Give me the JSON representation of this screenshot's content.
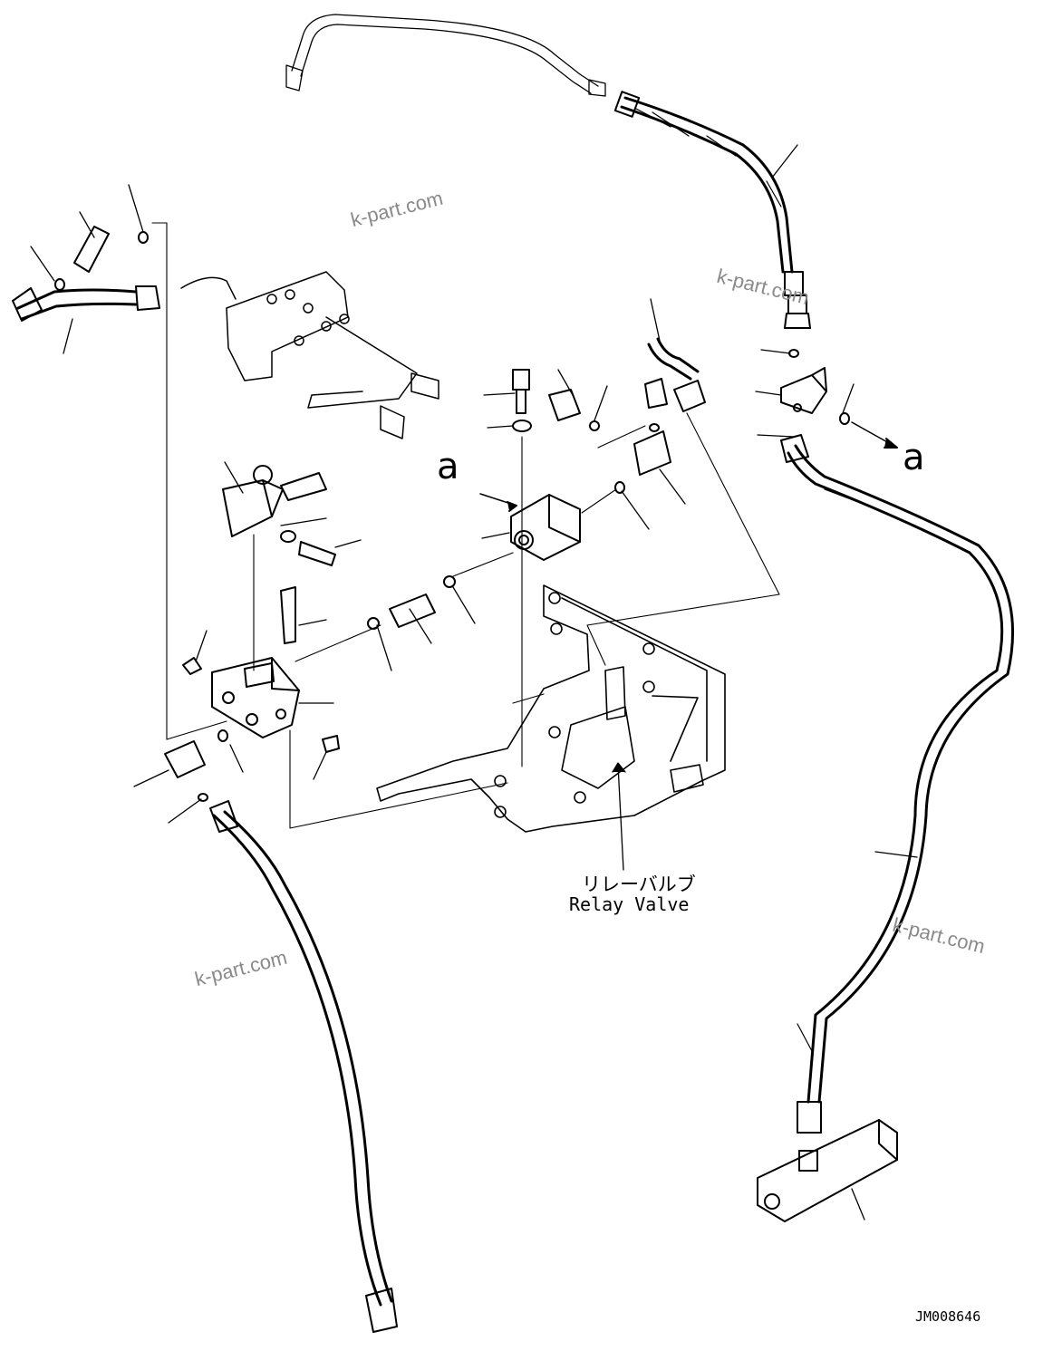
{
  "diagram": {
    "relay_label_jp": "リレーバルブ",
    "relay_label_en": "Relay Valve",
    "callout_a_left": "a",
    "callout_a_right": "a",
    "drawing_code": "JM008646",
    "watermark": "k-part.com"
  },
  "colors": {
    "line": "#000000",
    "watermark": "#8a8a8a"
  }
}
